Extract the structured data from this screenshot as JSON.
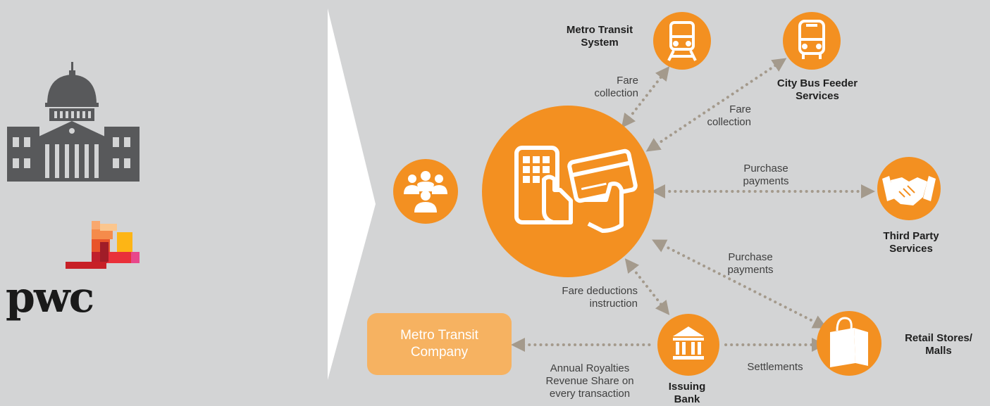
{
  "colors": {
    "background": "#d3d4d5",
    "accent": "#f39021",
    "company_box": "#f6b261",
    "arrow": "#a49a8c",
    "building": "#58595b"
  },
  "logo": {
    "text": "pwc"
  },
  "nodes": {
    "metro": {
      "label": "Metro Transit\nSystem",
      "icon": "train-icon"
    },
    "bus": {
      "label": "City Bus Feeder\nServices",
      "icon": "bus-icon"
    },
    "third_party": {
      "label": "Third Party\nServices",
      "icon": "handshake-icon"
    },
    "retail": {
      "label": "Retail Stores/\nMalls",
      "icon": "shopping-bag-icon"
    },
    "bank": {
      "label": "Issuing\nBank",
      "icon": "bank-icon"
    },
    "users": {
      "icon": "people-icon"
    },
    "hub": {
      "icon": "mobile-card-payment-icon"
    },
    "company": {
      "label": "Metro Transit\nCompany"
    }
  },
  "edges": {
    "fare_metro": "Fare\ncollection",
    "fare_bus": "Fare\ncollection",
    "purchase_third": "Purchase\npayments",
    "purchase_retail": "Purchase\npayments",
    "fare_deductions": "Fare deductions\ninstruction",
    "royalties": "Annual Royalties\nRevenue Share on\nevery transaction",
    "settlements": "Settlements"
  }
}
